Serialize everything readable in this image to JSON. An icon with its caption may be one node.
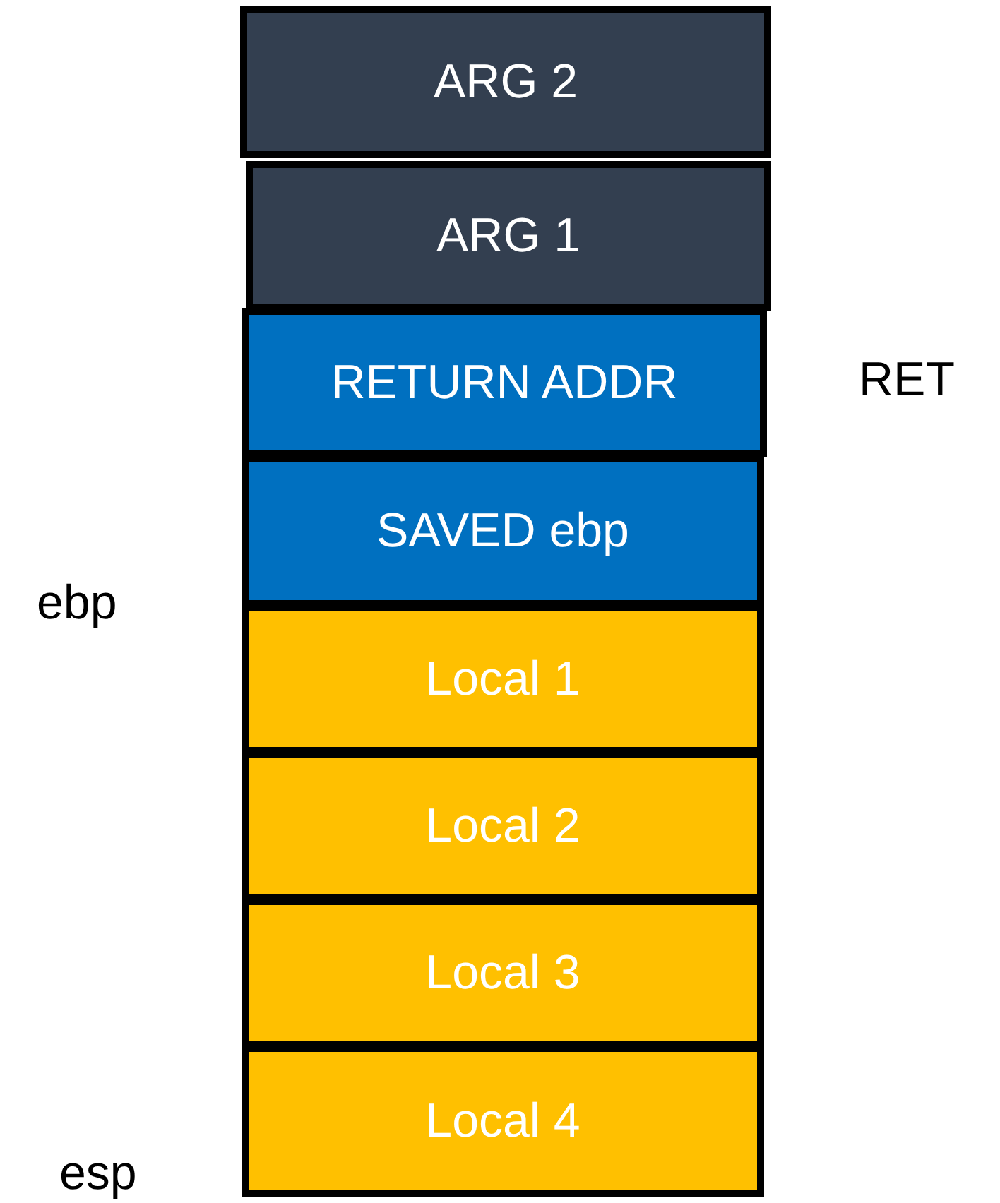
{
  "diagram": {
    "nodes": [
      {
        "text": [
          "ARG 2"
        ]
      },
      {
        "text": [
          "ARG 1"
        ]
      },
      {
        "text": [
          "RETURN ADDR"
        ]
      },
      {
        "text": [
          "SAVED ebp"
        ]
      },
      {
        "text": [
          "Local 1"
        ]
      },
      {
        "text": [
          "Local 2"
        ]
      },
      {
        "text": [
          "Local 3"
        ]
      },
      {
        "text": [
          "Local 4"
        ]
      }
    ],
    "labels": [
      "RET",
      "ebp",
      "esp"
    ]
  }
}
